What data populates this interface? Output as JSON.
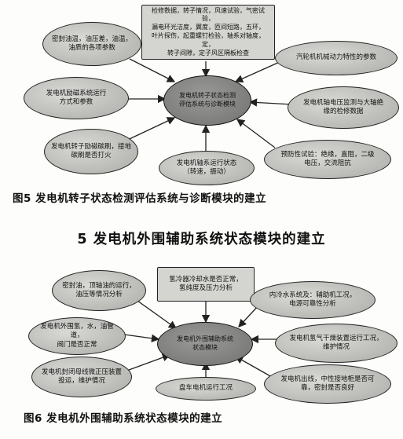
{
  "figure5": {
    "caption": "图5 发电机转子状态检测评估系统与诊断模块的建立",
    "center": "发电机转子状态检测\n评估系统与诊断模块",
    "top_box": "检修数据，转子情况，风速试验，气密试验，\n漏电环光洁度，翼度，匝间短路，五环，\n叶片探伤，起重螺钉检验，轴系对轴度，定，\n转子间隙，定子风区隔板检查",
    "left_top": "密封油温，油压差，油温，\n油质的各项参数",
    "right_top": "汽轮机机械动力特性的参数",
    "left_mid": "发电机励磁系统运行\n方式和参数",
    "right_mid": "发电机轴电压监测与大轴绝\n缘的检修数据",
    "left_bottom": "发电机转子励磁碳刷，接地\n碳刷是否打火",
    "bottom": "发电机轴系运行状态\n（转速，振动）",
    "right_bottom": "预防性试验：绝缘，直阻，二级\n电压，交流阻抗"
  },
  "section_title": "5 发电机外围辅助系统状态模块的建立",
  "figure6": {
    "caption": "图6 发电机外围辅助系统状态模块的建立",
    "center": "发电机外围辅助系统\n状态模块",
    "top_box": "氢冷器冷却水是否正常，\n氢纯度及压力分析",
    "left_top": "密封油，顶轴油的运行，\n油压等情况分析",
    "right_top": "内冷水系统及：辅助机工况，\n电源可靠性分析",
    "left_mid": "发电机外围氢，水，油管道，\n阀门是否正常",
    "right_mid": "发电机氢气干燥装置运行工况，\n维护情况",
    "left_bottom": "发电机封闭母线微正压装置\n投运，维护情况",
    "bottom": "盘车电机运行工况",
    "right_bottom": "发电机出线，中性接地柜是否可\n靠，密封是否良好"
  }
}
